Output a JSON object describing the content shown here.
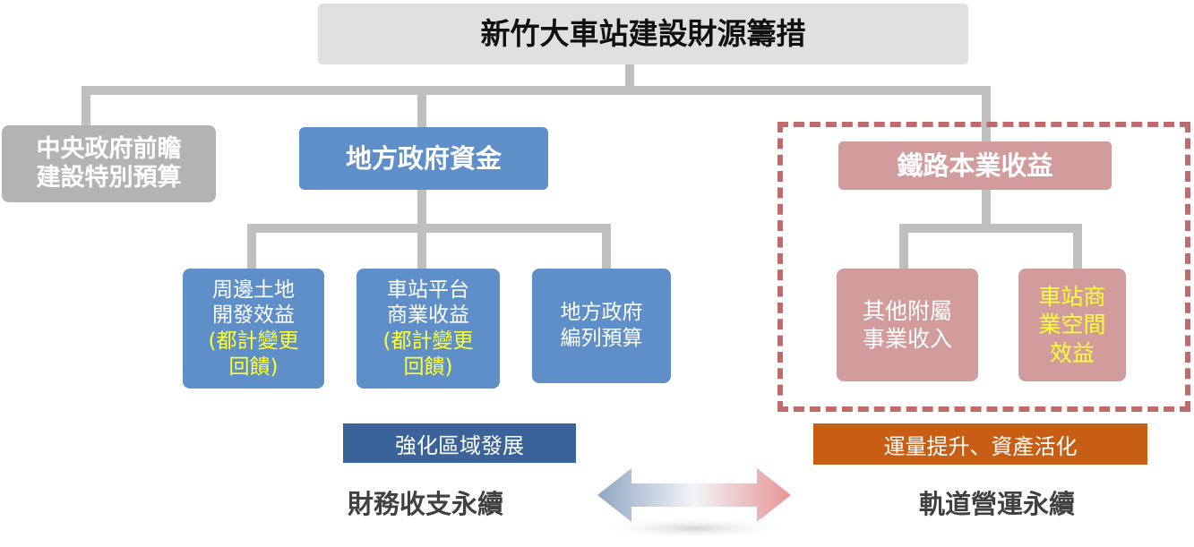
{
  "root": {
    "title": "新竹大車站建設財源籌措"
  },
  "central": {
    "lines": [
      "中央政府前瞻",
      "建設特別預算"
    ]
  },
  "local": {
    "title": "地方政府資金",
    "children": [
      {
        "lines": [
          "周邊土地",
          "開發效益"
        ],
        "note_lines": [
          "(都計變更",
          "回饋)"
        ]
      },
      {
        "lines": [
          "車站平台",
          "商業收益"
        ],
        "note_lines": [
          "(都計變更",
          "回饋)"
        ]
      },
      {
        "lines": [
          "地方政府",
          "編列預算"
        ]
      }
    ],
    "goal": "強化區域發展"
  },
  "rail": {
    "title": "鐵路本業收益",
    "children": [
      {
        "lines": [
          "其他附屬",
          "事業收入"
        ]
      },
      {
        "highlight_lines": [
          "車站商",
          "業空間",
          "效益"
        ]
      }
    ],
    "goal": "運量提升、資產活化"
  },
  "footer": {
    "left": "財務收支永續",
    "right": "軌道營運永續"
  },
  "colors": {
    "root_fill": "#e0e0e0",
    "central_fill": "#b3b3b3",
    "local_fill": "#5f8fc9",
    "rail_fill": "#d29c9c",
    "highlight_text": "#ffff33",
    "dashed_border": "#c06b6b",
    "regional_bar": "#3a6399",
    "ridership_bar": "#c85d14",
    "connector": "#bfbfbf"
  }
}
